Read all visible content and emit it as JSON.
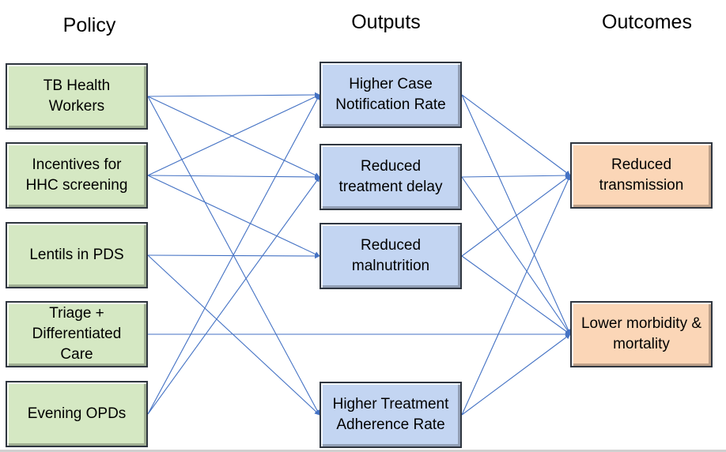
{
  "headers": {
    "policy": "Policy",
    "outputs": "Outputs",
    "outcomes": "Outcomes"
  },
  "policies": [
    {
      "id": "p1",
      "label": "TB Health Workers"
    },
    {
      "id": "p2",
      "label": "Incentives for HHC screening"
    },
    {
      "id": "p3",
      "label": "Lentils in PDS"
    },
    {
      "id": "p4",
      "label": "Triage + Differentiated Care"
    },
    {
      "id": "p5",
      "label": "Evening OPDs"
    }
  ],
  "outputs": [
    {
      "id": "o1",
      "label": "Higher Case Notification Rate"
    },
    {
      "id": "o2",
      "label": "Reduced treatment delay"
    },
    {
      "id": "o3",
      "label": "Reduced malnutrition"
    },
    {
      "id": "o4",
      "label": "Higher Treatment Adherence Rate"
    }
  ],
  "outcomes": [
    {
      "id": "c1",
      "label": "Reduced transmission"
    },
    {
      "id": "c2",
      "label": "Lower morbidity & mortality"
    }
  ],
  "edges": [
    [
      "p1",
      "o1"
    ],
    [
      "p1",
      "o2"
    ],
    [
      "p1",
      "o4"
    ],
    [
      "p2",
      "o1"
    ],
    [
      "p2",
      "o2"
    ],
    [
      "p2",
      "o3"
    ],
    [
      "p3",
      "o3"
    ],
    [
      "p3",
      "o4"
    ],
    [
      "p4",
      "c2"
    ],
    [
      "p5",
      "o1"
    ],
    [
      "p5",
      "o2"
    ],
    [
      "o1",
      "c1"
    ],
    [
      "o1",
      "c2"
    ],
    [
      "o2",
      "c1"
    ],
    [
      "o2",
      "c2"
    ],
    [
      "o3",
      "c1"
    ],
    [
      "o3",
      "c2"
    ],
    [
      "o4",
      "c1"
    ],
    [
      "o4",
      "c2"
    ]
  ],
  "colors": {
    "policy_fill": "#d5e8c3",
    "output_fill": "#c3d5f2",
    "outcome_fill": "#fbd6b7",
    "edge": "#4472c4"
  }
}
